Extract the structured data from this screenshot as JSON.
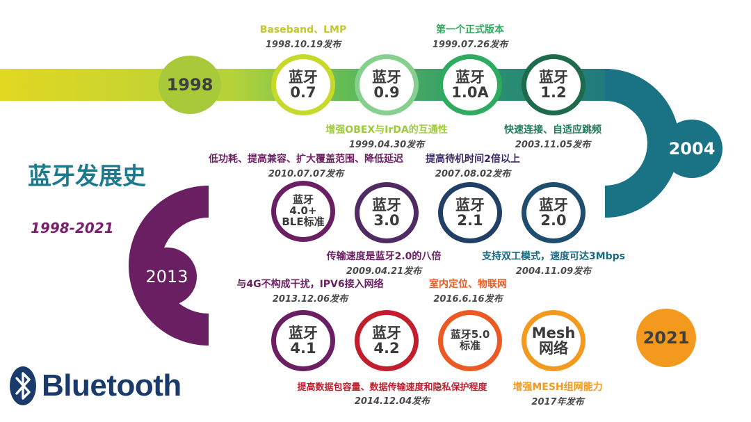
{
  "title": "蓝牙发展史",
  "subtitle": "1998-2021",
  "logo_text": "Bluetooth",
  "years": {
    "y1998": "1998",
    "y2004": "2004",
    "y2013": "2013",
    "y2021": "2021"
  },
  "nodes": {
    "v07": {
      "line1": "蓝牙",
      "line2": "0.7"
    },
    "v09": {
      "line1": "蓝牙",
      "line2": "0.9"
    },
    "v10a": {
      "line1": "蓝牙",
      "line2": "1.0A"
    },
    "v12": {
      "line1": "蓝牙",
      "line2": "1.2"
    },
    "v20": {
      "line1": "蓝牙",
      "line2": "2.0"
    },
    "v21": {
      "line1": "蓝牙",
      "line2": "2.1"
    },
    "v30": {
      "line1": "蓝牙",
      "line2": "3.0"
    },
    "v40": {
      "line1": "蓝牙",
      "line2": "4.0+",
      "line3": "BLE标准"
    },
    "v41": {
      "line1": "蓝牙",
      "line2": "4.1"
    },
    "v42": {
      "line1": "蓝牙",
      "line2": "4.2"
    },
    "v50": {
      "line1": "蓝牙5.0",
      "line2": "标准"
    },
    "mesh": {
      "line1": "Mesh",
      "line2": "网络"
    }
  },
  "annotations": {
    "v07": {
      "text": "Baseband、LMP",
      "date": "1998.10.19发布"
    },
    "v10a": {
      "text": "第一个正式版本",
      "date": "1999.07.26发布"
    },
    "v09": {
      "text": "增强OBEX与IrDA的互通性",
      "date": "1999.04.30发布"
    },
    "v12": {
      "text": "快速连接、自适应跳频",
      "date": "2003.11.05发布"
    },
    "v40": {
      "text": "低功耗、提高兼容、扩大覆盖范围、降低延迟",
      "date": "2010.07.07发布"
    },
    "v21": {
      "text": "提高待机时间2倍以上",
      "date": "2007.08.02发布"
    },
    "v30": {
      "text": "传输速度是蓝牙2.0的八倍",
      "date": "2009.04.21发布"
    },
    "v20": {
      "text": "支持双工模式，速度可达3Mbps",
      "date": "2004.11.09发布"
    },
    "v41": {
      "text": "与4G不构成干扰，IPV6接入网络",
      "date": "2013.12.06发布"
    },
    "v50": {
      "text": "室内定位、物联网",
      "date": "2016.6.16发布"
    },
    "v42": {
      "text": "提高数据包容量、数据传输速度和隐私保护程度",
      "date": "2014.12.04发布"
    },
    "mesh": {
      "text": "增强MESH组网能力",
      "date": "2017年发布"
    }
  },
  "colors": {
    "yellow": "#c7d92a",
    "lime": "#9dcb3b",
    "green": "#2eab5f",
    "teal": "#1a7384",
    "navy": "#1f4d6e",
    "purple": "#6b1f63",
    "red": "#d2232a",
    "orange": "#f39a1e",
    "crimson": "#a3152c"
  }
}
